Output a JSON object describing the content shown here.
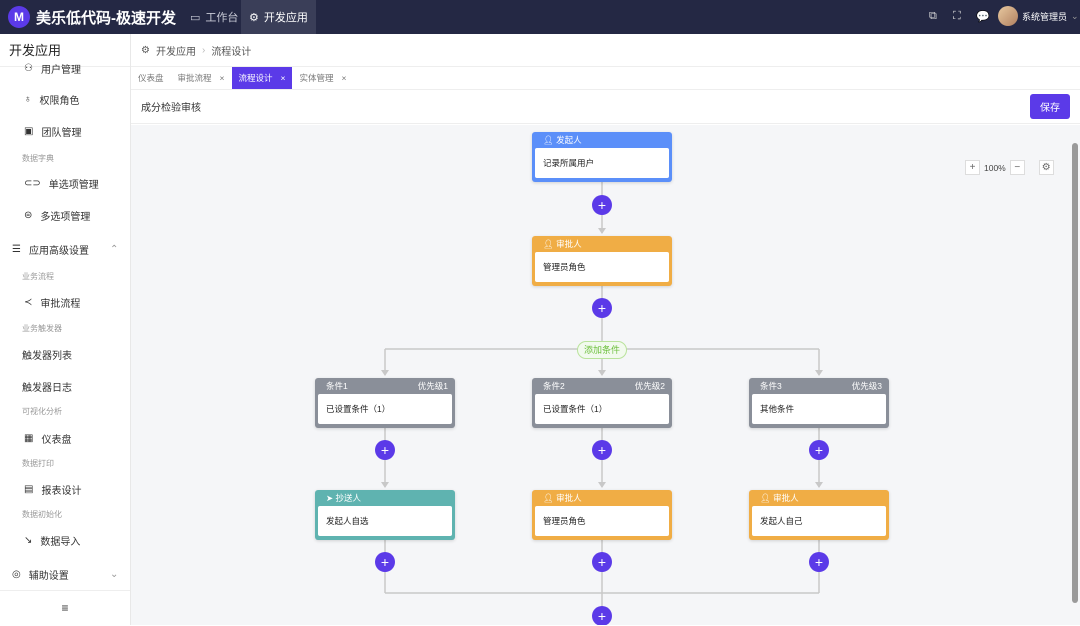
{
  "app": {
    "logo_text": "{M}",
    "title": "美乐低代码-极速开发"
  },
  "topnav": [
    {
      "label": "工作台",
      "icon": "monitor-icon"
    },
    {
      "label": "开发应用",
      "icon": "gear-icon"
    }
  ],
  "user": {
    "name": "系统管理员"
  },
  "sidebar": {
    "title": "开发应用",
    "items": {
      "user_mgmt": "用户管理",
      "roles": "权限角色",
      "team": "团队管理",
      "dict_group": "数据字典",
      "single": "单选项管理",
      "multi": "多选项管理",
      "advanced": "应用高级设置",
      "biz_group": "业务流程",
      "approval": "审批流程",
      "trigger_group": "业务触发器",
      "trigger_list": "触发器列表",
      "trigger_log": "触发器日志",
      "viz_group": "可视化分析",
      "dashboard": "仪表盘",
      "print_group": "数据打印",
      "report": "报表设计",
      "init_group": "数据初始化",
      "import": "数据导入",
      "aux": "辅助设置"
    }
  },
  "breadcrumb": [
    "开发应用",
    "流程设计"
  ],
  "tabs": [
    {
      "label": "仪表盘"
    },
    {
      "label": "审批流程"
    },
    {
      "label": "流程设计",
      "active": true
    },
    {
      "label": "实体管理"
    }
  ],
  "header": {
    "title": "成分检验审核",
    "save": "保存"
  },
  "zoom": {
    "level": "100%"
  },
  "flow": {
    "start": {
      "type": "发起人",
      "body": "记录所属用户",
      "color": "#5b8ff9"
    },
    "approver1": {
      "type": "审批人",
      "body": "管理员角色",
      "color": "#f0ad45"
    },
    "add_condition": "添加条件",
    "conditions": [
      {
        "name": "条件1",
        "priority": "优先级1",
        "body": "已设置条件（1）"
      },
      {
        "name": "条件2",
        "priority": "优先级2",
        "body": "已设置条件（1）"
      },
      {
        "name": "条件3",
        "priority": "优先级3",
        "body": "其他条件"
      }
    ],
    "branch_nodes": [
      {
        "type": "抄送人",
        "body": "发起人自选",
        "color": "#5fb3b0",
        "icon": "send-icon"
      },
      {
        "type": "审批人",
        "body": "管理员角色",
        "color": "#f0ad45",
        "icon": "user-icon"
      },
      {
        "type": "审批人",
        "body": "发起人自己",
        "color": "#f0ad45",
        "icon": "user-icon"
      }
    ],
    "condition_color": "#8a8f99",
    "plus_color": "#5b3ae8"
  }
}
